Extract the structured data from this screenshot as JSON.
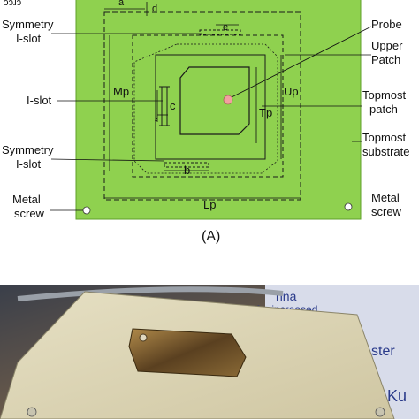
{
  "diagram": {
    "caption": "(A)",
    "cropped_top_text": "ɔɔɹɔ",
    "labels": {
      "symmetry_islot_top_1": "Symmetry",
      "symmetry_islot_top_2": "I-slot",
      "islot": "I-slot",
      "symmetry_islot_bottom_1": "Symmetry",
      "symmetry_islot_bottom_2": "I-slot",
      "metal_screw_left_1": "Metal",
      "metal_screw_left_2": "screw",
      "probe": "Probe",
      "upper_patch_1": "Upper",
      "upper_patch_2": "Patch",
      "topmost_patch_1": "Topmost",
      "topmost_patch_2": "patch",
      "topmost_substrate_1": "Topmost",
      "topmost_substrate_2": "substrate",
      "metal_screw_right_1": "Metal",
      "metal_screw_right_2": "screw"
    },
    "dimensions": {
      "a": "a",
      "d": "d",
      "e": "e",
      "c": "c",
      "f": "f",
      "b": "b",
      "Mp": "Mp",
      "Up": "Up",
      "Tp": "Tp",
      "Lp": "Lp"
    },
    "colors": {
      "substrate": "#8fd14f",
      "substrate_border": "#5fa02a",
      "probe": "#f2a0a0"
    }
  },
  "photo": {
    "background_text_1": "nna",
    "background_text_2": "for increased",
    "background_text_3": "ster",
    "background_text_4": "naKu"
  }
}
